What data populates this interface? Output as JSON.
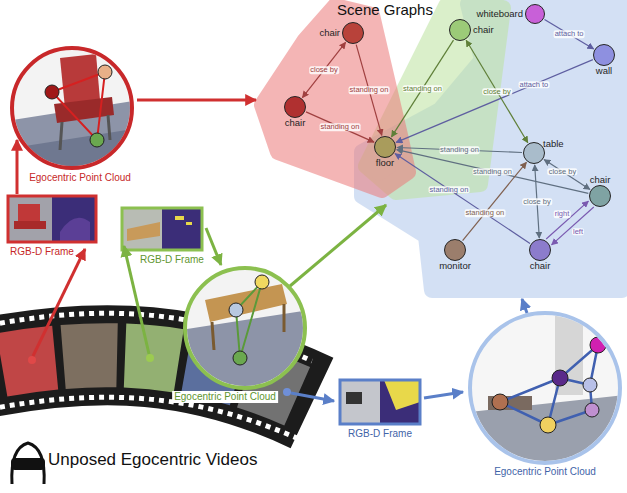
{
  "diagram": {
    "title": "Scene Graphs",
    "nodes": [
      {
        "text": [
          "chair"
        ]
      },
      {
        "text": [
          "chair"
        ]
      },
      {
        "text": [
          "whiteboard"
        ]
      },
      {
        "text": [
          "wall"
        ]
      },
      {
        "text": [
          "chair"
        ]
      },
      {
        "text": [
          "floor"
        ]
      },
      {
        "text": [
          "table"
        ]
      },
      {
        "text": [
          "chair"
        ]
      },
      {
        "text": [
          "monitor"
        ]
      },
      {
        "text": [
          "chair"
        ]
      }
    ],
    "edges": [
      {
        "from": 0,
        "to": 4,
        "label": "close by",
        "arrow": "both"
      },
      {
        "from": 0,
        "to": 5,
        "label": "standing on",
        "arrow": "to"
      },
      {
        "from": 4,
        "to": 5,
        "label": "standing on",
        "arrow": "to"
      },
      {
        "from": 1,
        "to": 5,
        "label": "standing on",
        "arrow": "to"
      },
      {
        "from": 2,
        "to": 3,
        "label": "attach to",
        "arrow": "to"
      },
      {
        "from": 3,
        "to": 5,
        "label": "attach to",
        "arrow": "to"
      },
      {
        "from": 1,
        "to": 6,
        "label": "close by",
        "arrow": "both"
      },
      {
        "from": 6,
        "to": 5,
        "label": "standing on",
        "arrow": "to"
      },
      {
        "from": 6,
        "to": 7,
        "label": "close by",
        "arrow": "both"
      },
      {
        "from": 6,
        "to": 9,
        "label": "close by",
        "arrow": "both"
      },
      {
        "from": 7,
        "to": 5,
        "label": "standing on",
        "arrow": "to"
      },
      {
        "from": 9,
        "to": 5,
        "label": "standing on",
        "arrow": "to"
      },
      {
        "from": 8,
        "to": 6,
        "label": "standing on",
        "arrow": "to"
      },
      {
        "from": 7,
        "to": 9,
        "label": "left",
        "arrow": "to"
      },
      {
        "from": 9,
        "to": 7,
        "label": "right",
        "arrow": "to"
      }
    ],
    "labels": [
      "Egocentric Point Cloud",
      "RGB-D Frame",
      "RGB-D Frame",
      "Egocentric Point Cloud",
      "Unposed Egocentric Videos",
      "RGB-D Frame",
      "Egocentric Point Cloud"
    ]
  }
}
